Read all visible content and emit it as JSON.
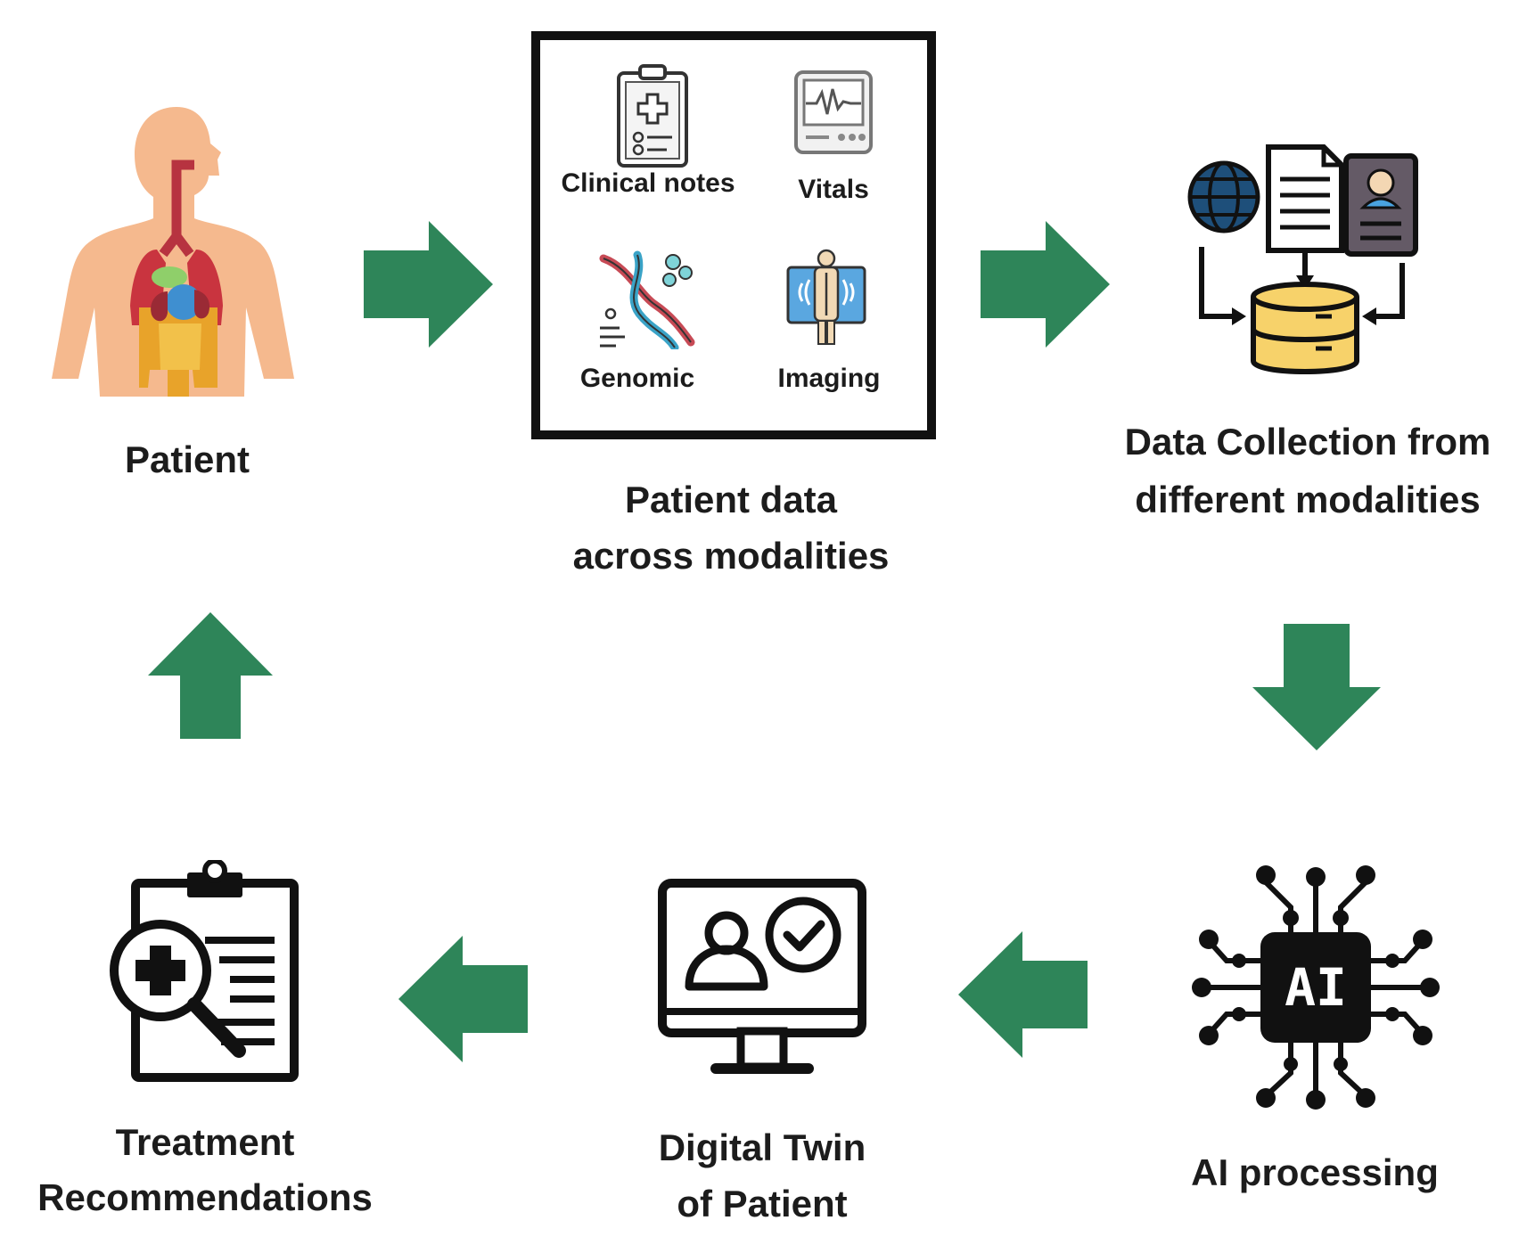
{
  "nodes": {
    "patient": {
      "label": "Patient"
    },
    "patient_data": {
      "title_line1": "Patient data",
      "title_line2": "across modalities",
      "modalities": {
        "clinical_notes": "Clinical notes",
        "vitals": "Vitals",
        "genomic": "Genomic",
        "imaging": "Imaging"
      }
    },
    "data_collection": {
      "line1": "Data Collection from",
      "line2": "different modalities"
    },
    "ai_processing": {
      "label": "AI processing",
      "chip_text": "AI"
    },
    "digital_twin": {
      "line1": "Digital Twin",
      "line2": "of Patient"
    },
    "treatment": {
      "line1": "Treatment",
      "line2": "Recommendations"
    }
  },
  "flow": [
    "patient",
    "patient_data",
    "data_collection",
    "ai_processing",
    "digital_twin",
    "treatment",
    "patient"
  ],
  "colors": {
    "arrow": "#2e8559",
    "skin": "#f5b98e",
    "lungs": "#c9343f",
    "ink": "#111111",
    "database": "#f7d26a",
    "xray": "#5aa7e0"
  },
  "icons": {
    "patient": "human-body-organs-icon",
    "clinical_notes": "clipboard-icon",
    "vitals": "vitals-monitor-icon",
    "genomic": "dna-icon",
    "imaging": "xray-icon",
    "data_collection": "database-icon",
    "ai_processing": "ai-chip-icon",
    "digital_twin": "monitor-user-check-icon",
    "treatment": "clipboard-search-icon"
  }
}
